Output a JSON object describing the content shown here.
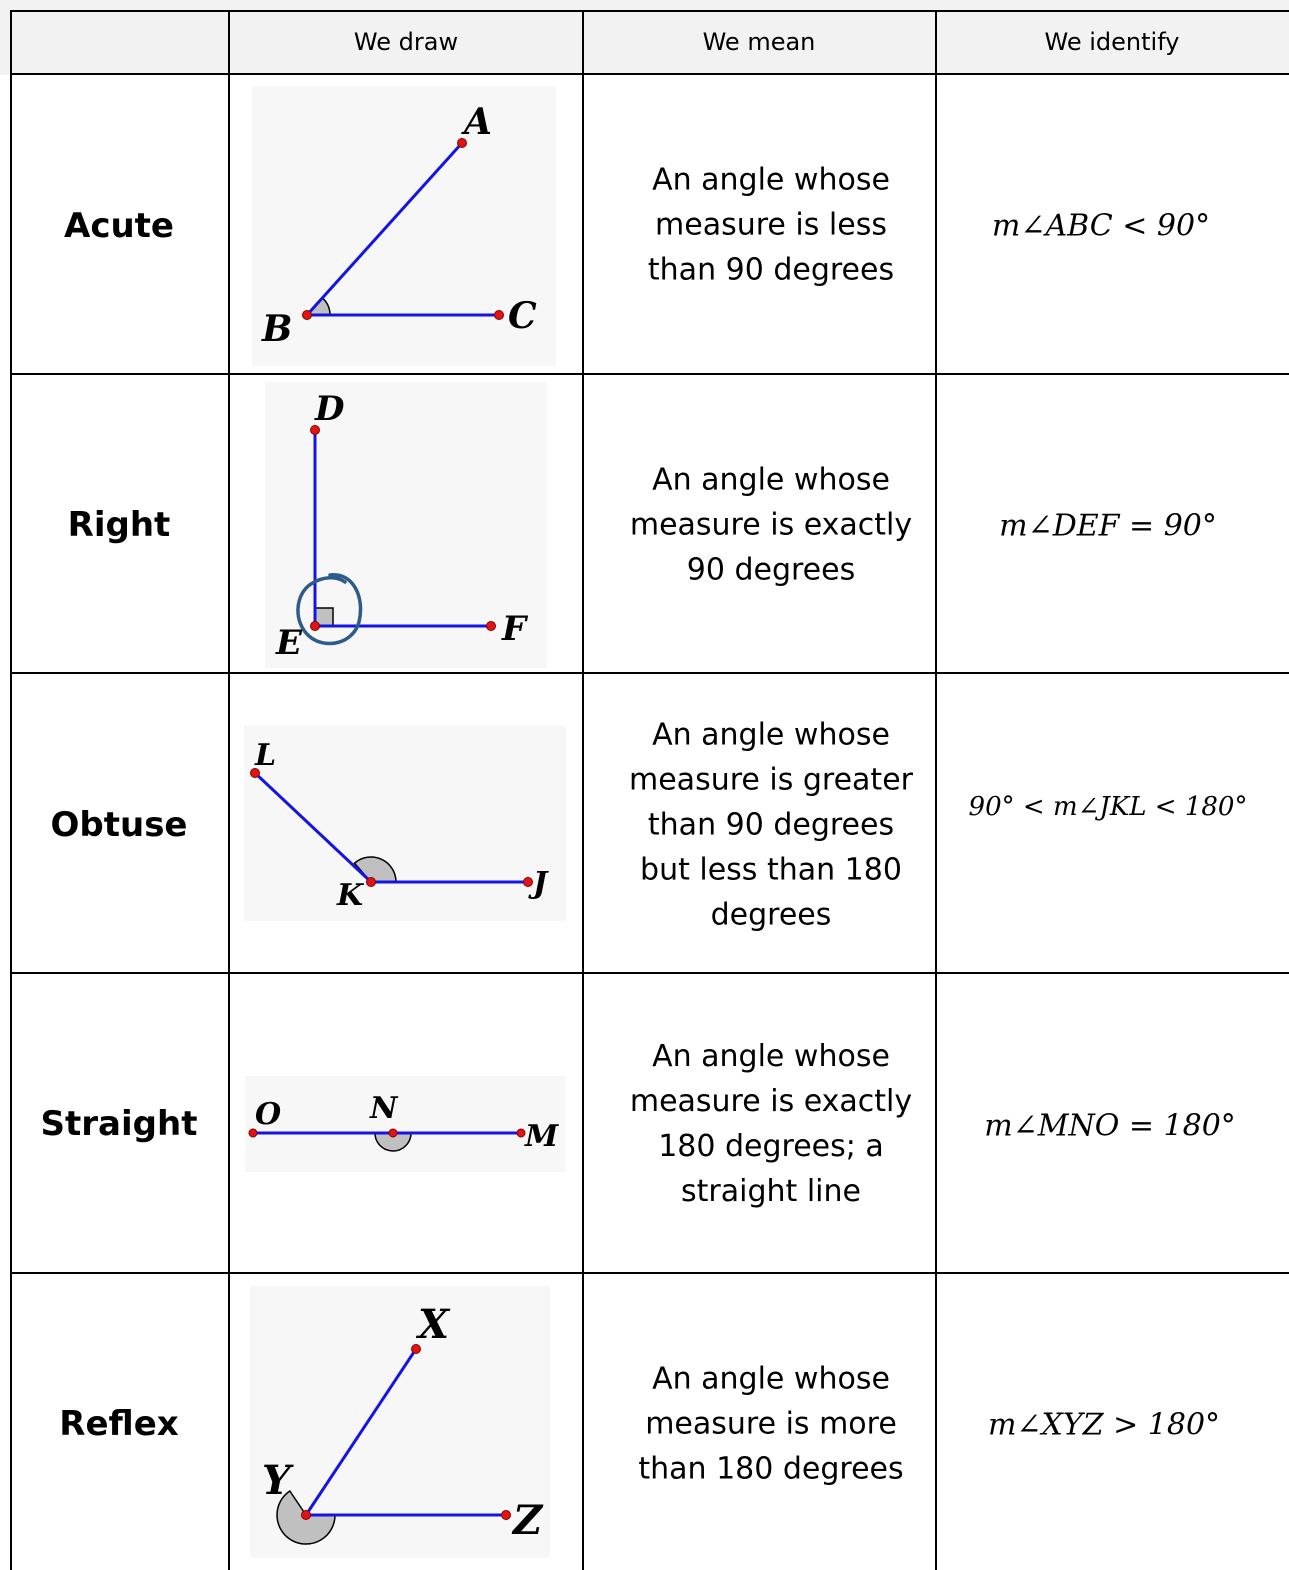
{
  "headers": [
    "",
    "We draw",
    "We mean",
    "We identify"
  ],
  "rows": [
    {
      "name": "Acute",
      "meaning": [
        "An angle whose",
        "measure is less",
        "than 90 degrees"
      ],
      "identify": "m∠ABC < 90°",
      "points": {
        "vertex": "B",
        "arm1": "A",
        "arm2": "C"
      }
    },
    {
      "name": "Right",
      "meaning": [
        "An angle whose",
        "measure is exactly",
        "90 degrees"
      ],
      "identify": "m∠DEF = 90°",
      "points": {
        "vertex": "E",
        "arm1": "D",
        "arm2": "F"
      }
    },
    {
      "name": "Obtuse",
      "meaning": [
        "An angle whose",
        "measure is greater",
        "than 90 degrees",
        "but less than 180",
        "degrees"
      ],
      "identify": "90° < m∠JKL < 180°",
      "points": {
        "vertex": "K",
        "arm1": "L",
        "arm2": "J"
      }
    },
    {
      "name": "Straight",
      "meaning": [
        "An angle whose",
        "measure is exactly",
        "180 degrees; a",
        "straight line"
      ],
      "identify": "m∠MNO = 180°",
      "points": {
        "vertex": "N",
        "arm1": "O",
        "arm2": "M"
      }
    },
    {
      "name": "Reflex",
      "meaning": [
        "An angle whose",
        "measure is more",
        "than 180 degrees"
      ],
      "identify": "m∠XYZ > 180°",
      "points": {
        "vertex": "Y",
        "arm1": "X",
        "arm2": "Z"
      }
    }
  ],
  "colors": {
    "line": "#1414e6",
    "point": "#e01414",
    "arc_fill": "#c0c0c0",
    "ink_circle": "#2e5c8a"
  }
}
